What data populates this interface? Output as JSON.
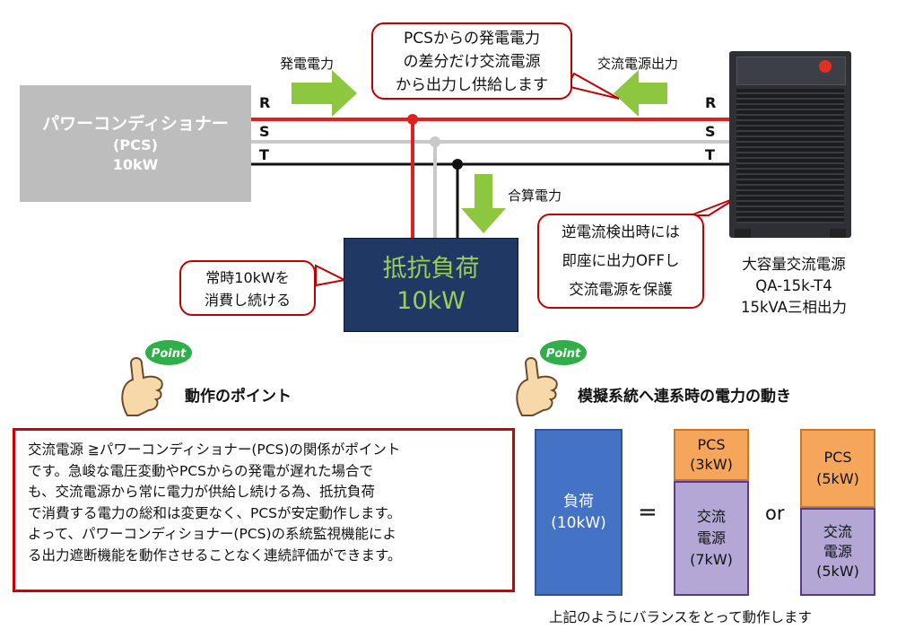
{
  "pcs": {
    "title": "パワーコンディショナー",
    "sub1": "(PCS)",
    "sub2": "10kW"
  },
  "phases": {
    "r": "R",
    "s": "S",
    "t": "T"
  },
  "arrows": {
    "gen": "発電電力",
    "ac_out": "交流電源出力",
    "sum": "合算電力"
  },
  "callout_top": {
    "line1": "PCSからの発電電力",
    "line2": "の差分だけ交流電源",
    "line3": "から出力し供給します"
  },
  "callout_left": {
    "line1": "常時10kWを",
    "line2": "消費し続ける"
  },
  "callout_right": {
    "line1": "逆電流検出時には",
    "line2": "即座に出力OFFし",
    "line3": "交流電源を保護"
  },
  "load": {
    "title": "抵抗負荷",
    "value": "10kW"
  },
  "device": {
    "line1": "大容量交流電源",
    "line2": "QA-15k-T4",
    "line3": "15kVA三相出力"
  },
  "point_badge": "Point",
  "section1_title": "動作のポイント",
  "section2_title": "模擬系統へ連系時の電力の動き",
  "note": {
    "line1": "交流電源 ≧パワーコンディショナー(PCS)の関係がポイント",
    "line2": "です。急峻な電圧変動やPCSからの発電が遅れた場合で",
    "line3": "も、交流電源から常に電力が供給し続ける為、抵抗負荷",
    "line4": "で消費する電力の総和は変更なく、PCSが安定動作します。",
    "line5": "よって、パワーコンディショナー(PCS)の系統監視機能によ",
    "line6": "る出力遮断機能を動作させることなく連続評価ができます。"
  },
  "balance": {
    "load_label": "負荷",
    "load_value": "(10kW)",
    "equals": "=",
    "or": "or",
    "a_pcs": "PCS",
    "a_pcs_value": "(3kW)",
    "a_ac1": "交流",
    "a_ac2": "電源",
    "a_ac_value": "(7kW)",
    "b_pcs": "PCS",
    "b_pcs_value": "(5kW)",
    "b_ac1": "交流",
    "b_ac2": "電源",
    "b_ac_value": "(5kW)",
    "caption": "上記のようにバランスをとって動作します"
  },
  "colors": {
    "r_line": "#e02020",
    "s_line": "#c8c8c8",
    "t_line": "#111111",
    "arrow": "#8dc63f",
    "callout_border": "#c00000",
    "load_bg": "#1f3864",
    "load_text": "#9acd5a"
  }
}
